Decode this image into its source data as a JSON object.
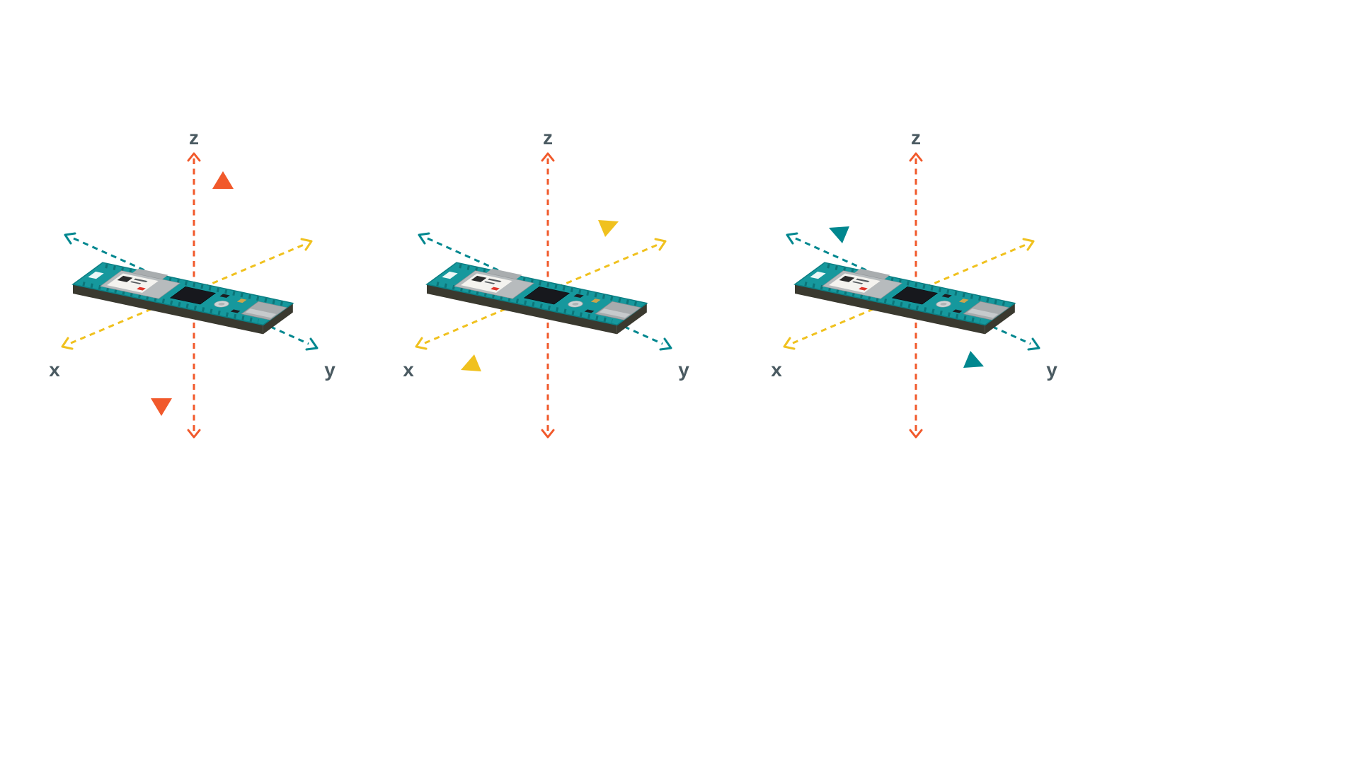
{
  "colors": {
    "background": "#ffffff",
    "axis_x": "#f0c11e",
    "axis_y": "#00878f",
    "axis_z": "#f1592b",
    "label": "#4a5a61",
    "board_top": "#16989d",
    "board_edge": "#0b7f84",
    "board_side": "#3a392f",
    "pads": "#0c7478",
    "module": "#b7bbbd",
    "module_tab": "#a9adaf",
    "sticker": "#f4f3ef",
    "chip": "#17181d",
    "usb": "#a7abad",
    "red_dot": "#e0362c"
  },
  "panels": [
    {
      "id": "panel-z-axis-motion",
      "highlighted_axis": "z",
      "direction_arrows": [
        "up",
        "down"
      ],
      "labels": {
        "x": "x",
        "y": "y",
        "z": "z"
      }
    },
    {
      "id": "panel-x-axis-motion",
      "highlighted_axis": "x",
      "direction_arrows": [
        "up-right",
        "down-left"
      ],
      "labels": {
        "x": "x",
        "y": "y",
        "z": "z"
      }
    },
    {
      "id": "panel-y-axis-motion",
      "highlighted_axis": "y",
      "direction_arrows": [
        "up-left",
        "down-right"
      ],
      "labels": {
        "x": "x",
        "y": "y",
        "z": "z"
      }
    }
  ],
  "icons": {
    "axis_arrowhead": "open-chevron",
    "motion_arrow": "filled-triangle"
  }
}
